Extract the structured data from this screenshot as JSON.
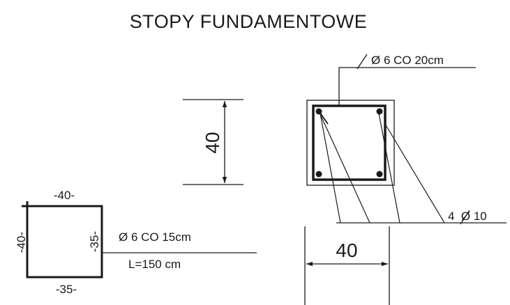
{
  "title": "STOPY FUNDAMENTOWE",
  "stirrup_detail": {
    "top_dim": "-40-",
    "left_dim": "-40-",
    "inner_dim": "-35-",
    "bottom_dim": "-35-",
    "spec": "Ø 6 CO 15cm",
    "length": "L=150 cm"
  },
  "elevation": {
    "height_dim": "40"
  },
  "section": {
    "stirrup_spec": "Ø 6 CO 20cm",
    "main_bars": "4  Ø 10",
    "width_dim": "40"
  }
}
